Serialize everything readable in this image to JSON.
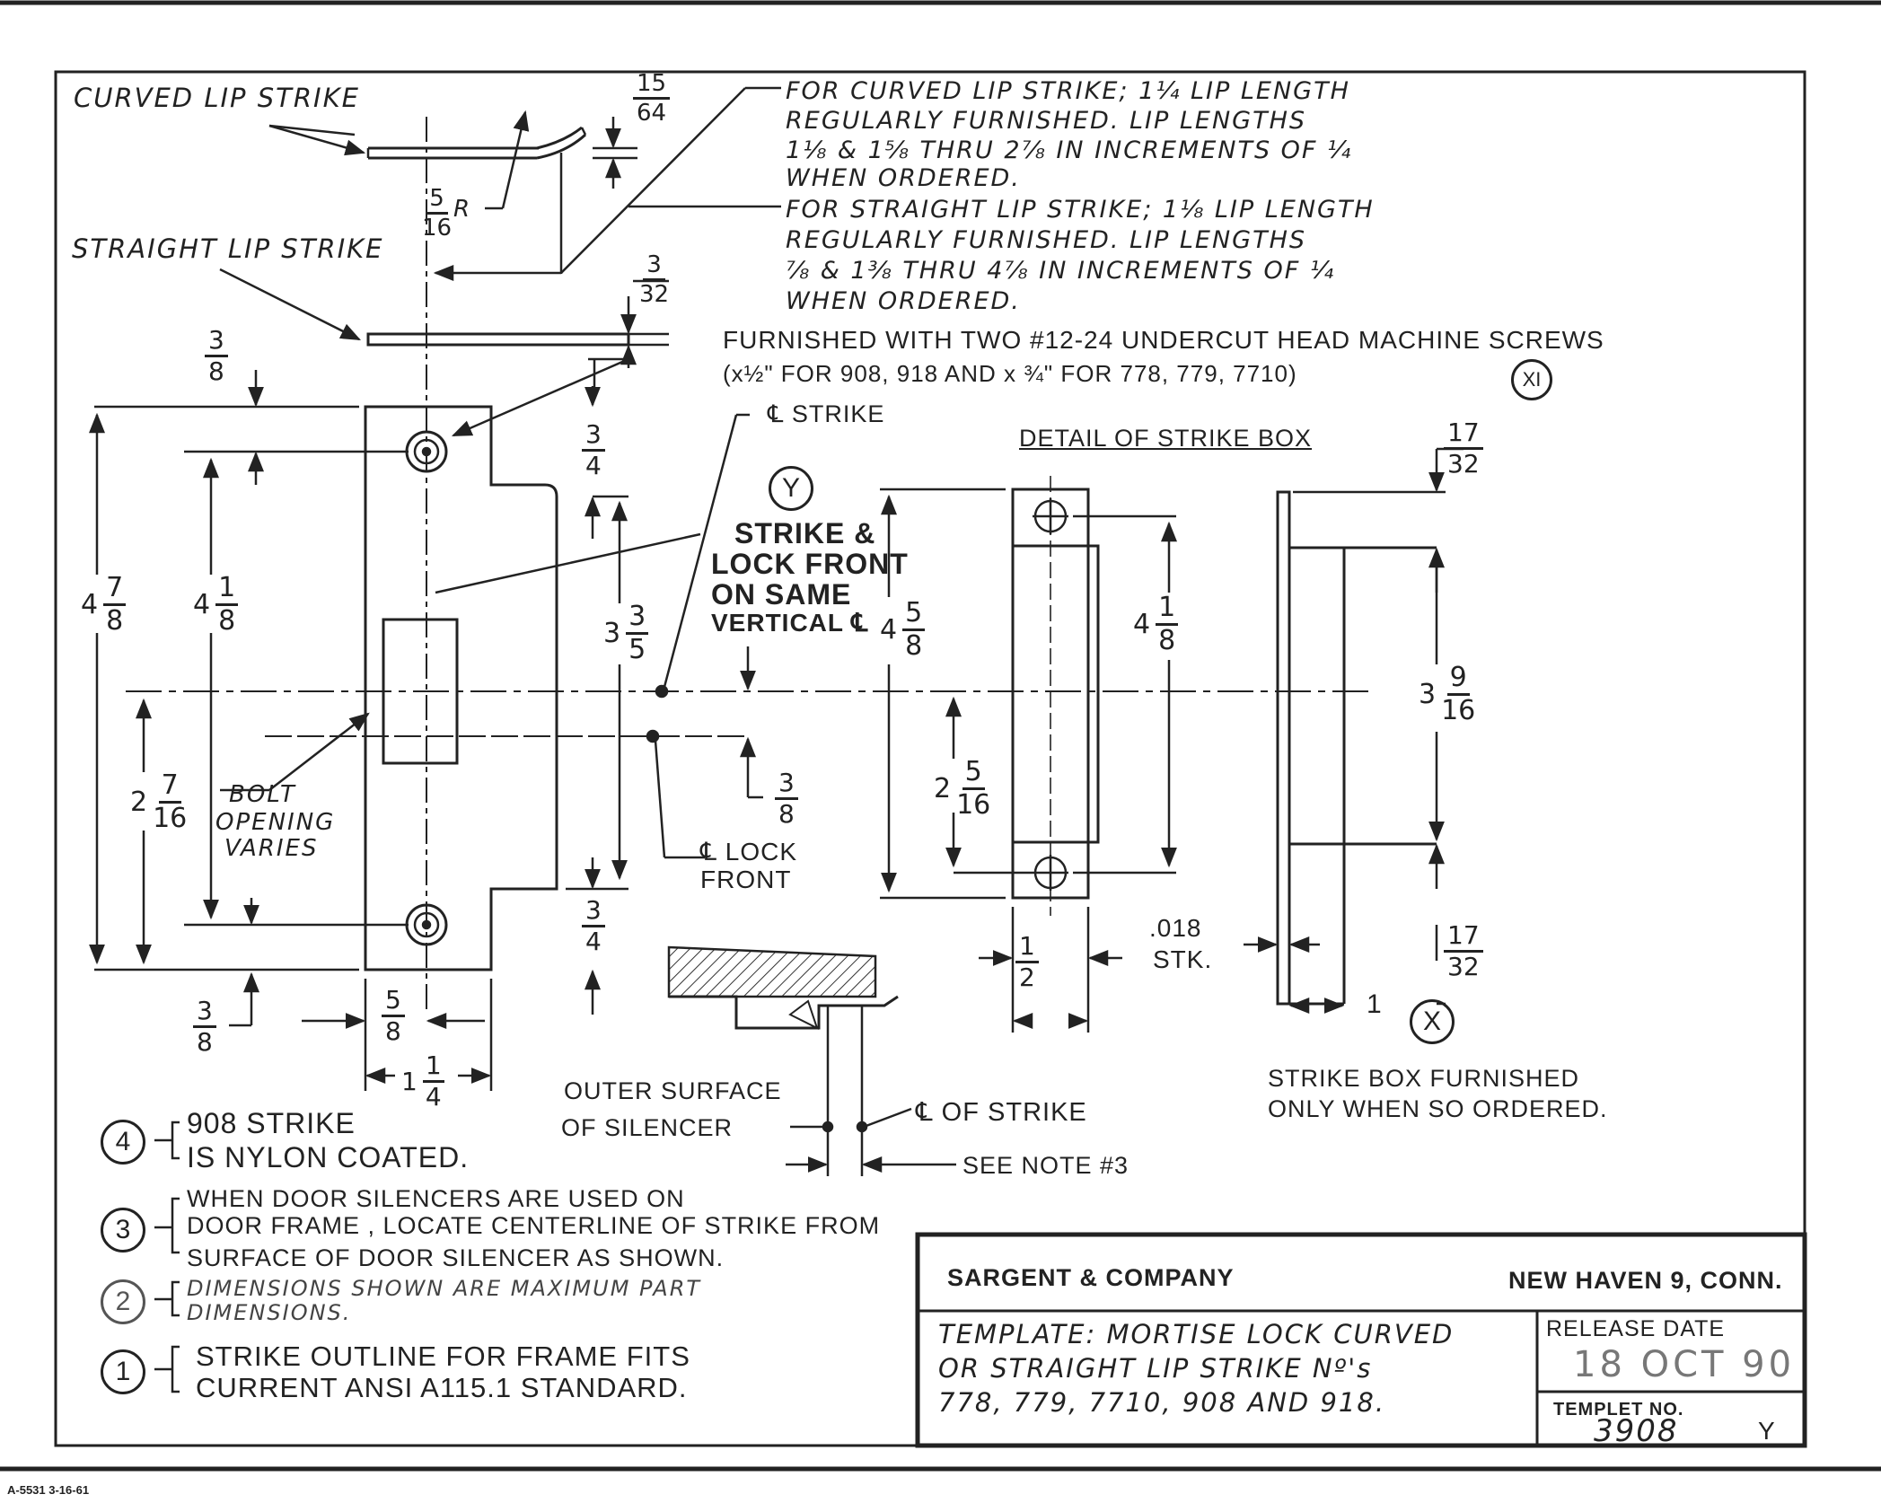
{
  "labels": {
    "curved_lip_strike": "CURVED LIP STRIKE",
    "straight_lip_strike": "STRAIGHT LIP STRIKE",
    "r_suffix": "R",
    "curved_note_1": "FOR CURVED LIP STRIKE; 1¼ LIP LENGTH",
    "curved_note_2": "REGULARLY FURNISHED. LIP LENGTHS",
    "curved_note_3": "1⅛ & 1⅝ THRU 2⅞ IN INCREMENTS OF ¼",
    "curved_note_4": "WHEN ORDERED.",
    "straight_note_1": "FOR STRAIGHT LIP STRIKE; 1⅛ LIP LENGTH",
    "straight_note_2": "REGULARLY FURNISHED. LIP LENGTHS",
    "straight_note_3": "⅞ & 1⅜ THRU 4⅞ IN INCREMENTS OF ¼",
    "straight_note_4": "WHEN ORDERED.",
    "screws_1": "FURNISHED WITH TWO #12-24 UNDERCUT HEAD MACHINE SCREWS",
    "screws_2": "(x½\" FOR 908, 918 AND x ¾\" FOR 778, 779, 7710)",
    "xi_mark": "XI",
    "cl_strike": "℄ STRIKE",
    "y_mark": "Y",
    "same_vertical_1": "STRIKE &",
    "same_vertical_2": "LOCK FRONT",
    "same_vertical_3": "ON SAME",
    "same_vertical_4": "VERTICAL ℄",
    "detail_title": "DETAIL OF STRIKE BOX",
    "bolt_1": "BOLT",
    "bolt_2": "OPENING",
    "bolt_3": "VARIES",
    "cl_lock_front_1": "℄ LOCK",
    "cl_lock_front_2": "FRONT",
    "stk_1": ".018",
    "stk_2": "STK.",
    "x_mark": "X",
    "dim_one": "1",
    "box_note_1": "STRIKE BOX FURNISHED",
    "box_note_2": "ONLY WHEN SO ORDERED.",
    "outer_1": "OUTER SURFACE",
    "outer_2": "OF SILENCER",
    "cl_of_strike": "℄ OF STRIKE",
    "see_note": "SEE NOTE #3",
    "form_no": "A-5531 3-16-61"
  },
  "dims": {
    "d15_64": {
      "n": "15",
      "d": "64"
    },
    "d5_16": {
      "n": "5",
      "d": "16"
    },
    "d3_32": {
      "n": "3",
      "d": "32"
    },
    "d3_8_top": {
      "n": "3",
      "d": "8"
    },
    "d3_4_top": {
      "n": "3",
      "d": "4"
    },
    "d17_32_top": {
      "n": "17",
      "d": "32"
    },
    "d4_7_8": {
      "w": "4",
      "n": "7",
      "d": "8"
    },
    "d4_1_8": {
      "w": "4",
      "n": "1",
      "d": "8"
    },
    "d3_3_5": {
      "w": "3",
      "n": "3",
      "d": "5"
    },
    "d4_5_8": {
      "w": "4",
      "n": "5",
      "d": "8"
    },
    "d4_1_8_box": {
      "w": "4",
      "n": "1",
      "d": "8"
    },
    "d3_9_16": {
      "w": "3",
      "n": "9",
      "d": "16"
    },
    "d2_7_16": {
      "w": "2",
      "n": "7",
      "d": "16"
    },
    "d2_5_16": {
      "w": "2",
      "n": "5",
      "d": "16"
    },
    "d3_8_mid": {
      "n": "3",
      "d": "8"
    },
    "d3_4_bot": {
      "n": "3",
      "d": "4"
    },
    "d3_8_bot": {
      "n": "3",
      "d": "8"
    },
    "d5_8": {
      "n": "5",
      "d": "8"
    },
    "d1_1_4": {
      "w": "1",
      "n": "1",
      "d": "4"
    },
    "d1_2": {
      "n": "1",
      "d": "2"
    },
    "d17_32_bot": {
      "n": "17",
      "d": "32"
    }
  },
  "notes": [
    {
      "num": "4",
      "lines": [
        "908 STRIKE",
        "IS NYLON COATED."
      ]
    },
    {
      "num": "3",
      "lines": [
        "WHEN DOOR SILENCERS ARE USED ON",
        "DOOR FRAME , LOCATE CENTERLINE OF STRIKE FROM",
        "SURFACE OF DOOR SILENCER AS SHOWN."
      ]
    },
    {
      "num": "2",
      "lines": [
        "DIMENSIONS SHOWN ARE MAXIMUM PART",
        "DIMENSIONS."
      ]
    },
    {
      "num": "1",
      "lines": [
        "STRIKE OUTLINE FOR FRAME FITS",
        "CURRENT ANSI A115.1 STANDARD."
      ]
    }
  ],
  "title_block": {
    "company": "SARGENT & COMPANY",
    "location": "NEW HAVEN 9, CONN.",
    "template_1": "TEMPLATE: MORTISE LOCK CURVED",
    "template_2": "OR STRAIGHT LIP STRIKE Nº's",
    "template_3": "778, 779, 7710, 908 AND 918.",
    "release_label": "RELEASE DATE",
    "release_value": "18 OCT 90",
    "templet_label": "TEMPLET NO.",
    "templet_value": "3908",
    "templet_suffix": "Y"
  }
}
